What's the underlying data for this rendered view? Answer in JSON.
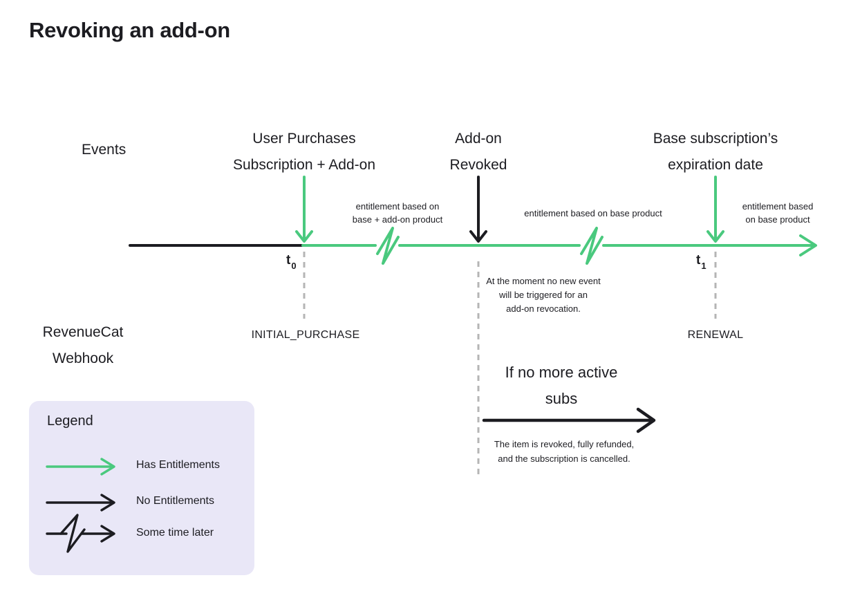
{
  "page": {
    "title": "Revoking an add-on"
  },
  "colors": {
    "green": "#4ac97e",
    "ink": "#1c1c21",
    "dash_gray": "#b5b5b5",
    "legend_bg": "#e9e7f7"
  },
  "left_labels": {
    "events": "Events",
    "webhook_line1": "RevenueCat",
    "webhook_line2": "Webhook"
  },
  "timeline": {
    "t0": {
      "base": "t",
      "sub": "0"
    },
    "t1": {
      "base": "t",
      "sub": "1"
    },
    "event1": {
      "line1": "User Purchases",
      "line2": "Subscription + Add-on"
    },
    "event2": {
      "line1": "Add-on",
      "line2": "Revoked"
    },
    "event3": {
      "line1": "Base subscription’s",
      "line2": "expiration date"
    },
    "webhook1": "INITIAL_PURCHASE",
    "webhook2": "RENEWAL",
    "entitlement1": {
      "line1": "entitlement based on",
      "line2": "base + add-on product"
    },
    "entitlement2": "entitlement based on base product",
    "entitlement3": {
      "line1": "entitlement based",
      "line2": "on base product"
    },
    "no_event_note": {
      "line1": "At the moment no new event",
      "line2": "will be triggered for an",
      "line3": "add-on revocation."
    },
    "branch": {
      "line1": "If no more active",
      "line2": "subs"
    },
    "revoked_note": {
      "line1": "The item is revoked, fully refunded,",
      "line2": "and the subscription is cancelled."
    }
  },
  "legend": {
    "title": "Legend",
    "items": [
      {
        "icon": "green-arrow",
        "label": "Has Entitlements"
      },
      {
        "icon": "black-arrow",
        "label": "No Entitlements"
      },
      {
        "icon": "zigzag-arrow",
        "label": "Some time later"
      }
    ]
  }
}
